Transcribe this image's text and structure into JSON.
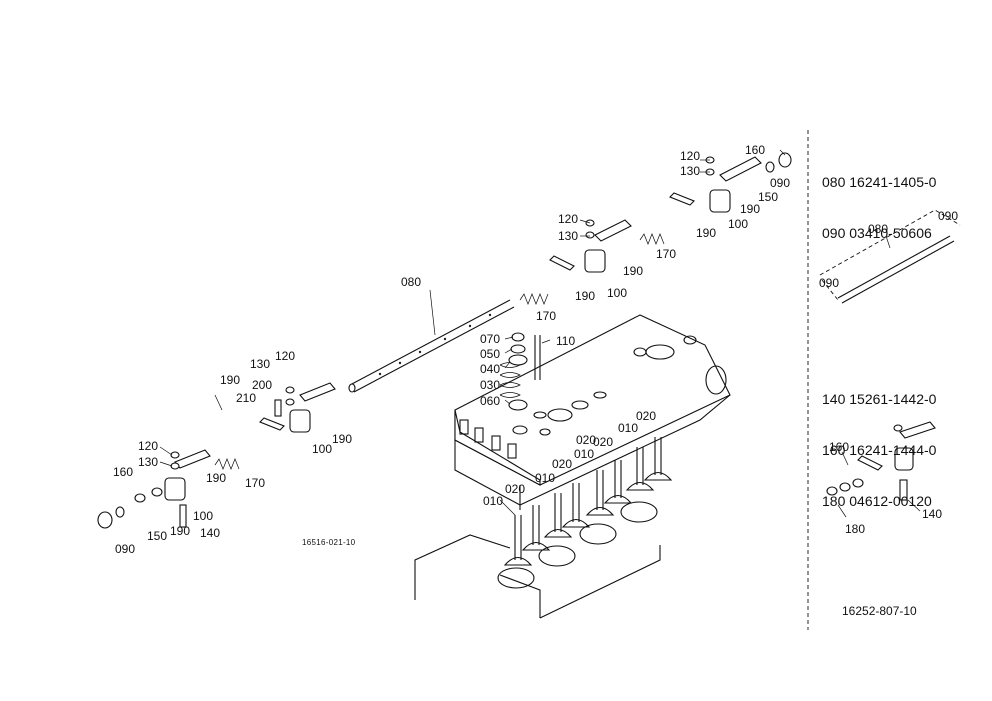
{
  "references_top": [
    "080 16241-1405-0",
    "090 03410-50606"
  ],
  "references_mid": [
    "140 15261-1442-0",
    "160 16241-1444-0",
    "180 04612-00120"
  ],
  "drawing_number": "16252-807-10",
  "figure_code": "16516-021-10",
  "callouts": {
    "shaft": "080",
    "right_group": [
      "120",
      "130",
      "160",
      "090",
      "150",
      "190",
      "100",
      "190",
      "170",
      "120",
      "130",
      "190",
      "100",
      "190",
      "170"
    ],
    "valve_parts": [
      "070",
      "050",
      "040",
      "030",
      "060",
      "110"
    ],
    "left_group": [
      "130",
      "120",
      "190",
      "200",
      "210",
      "100",
      "190",
      "170",
      "120",
      "130",
      "160",
      "190",
      "150",
      "100",
      "190",
      "140",
      "090"
    ],
    "valves": [
      "010",
      "020",
      "010",
      "020",
      "020",
      "010",
      "020",
      "010"
    ],
    "inset_top": [
      "080",
      "090",
      "090"
    ],
    "inset_bottom": [
      "160",
      "180",
      "140"
    ]
  }
}
